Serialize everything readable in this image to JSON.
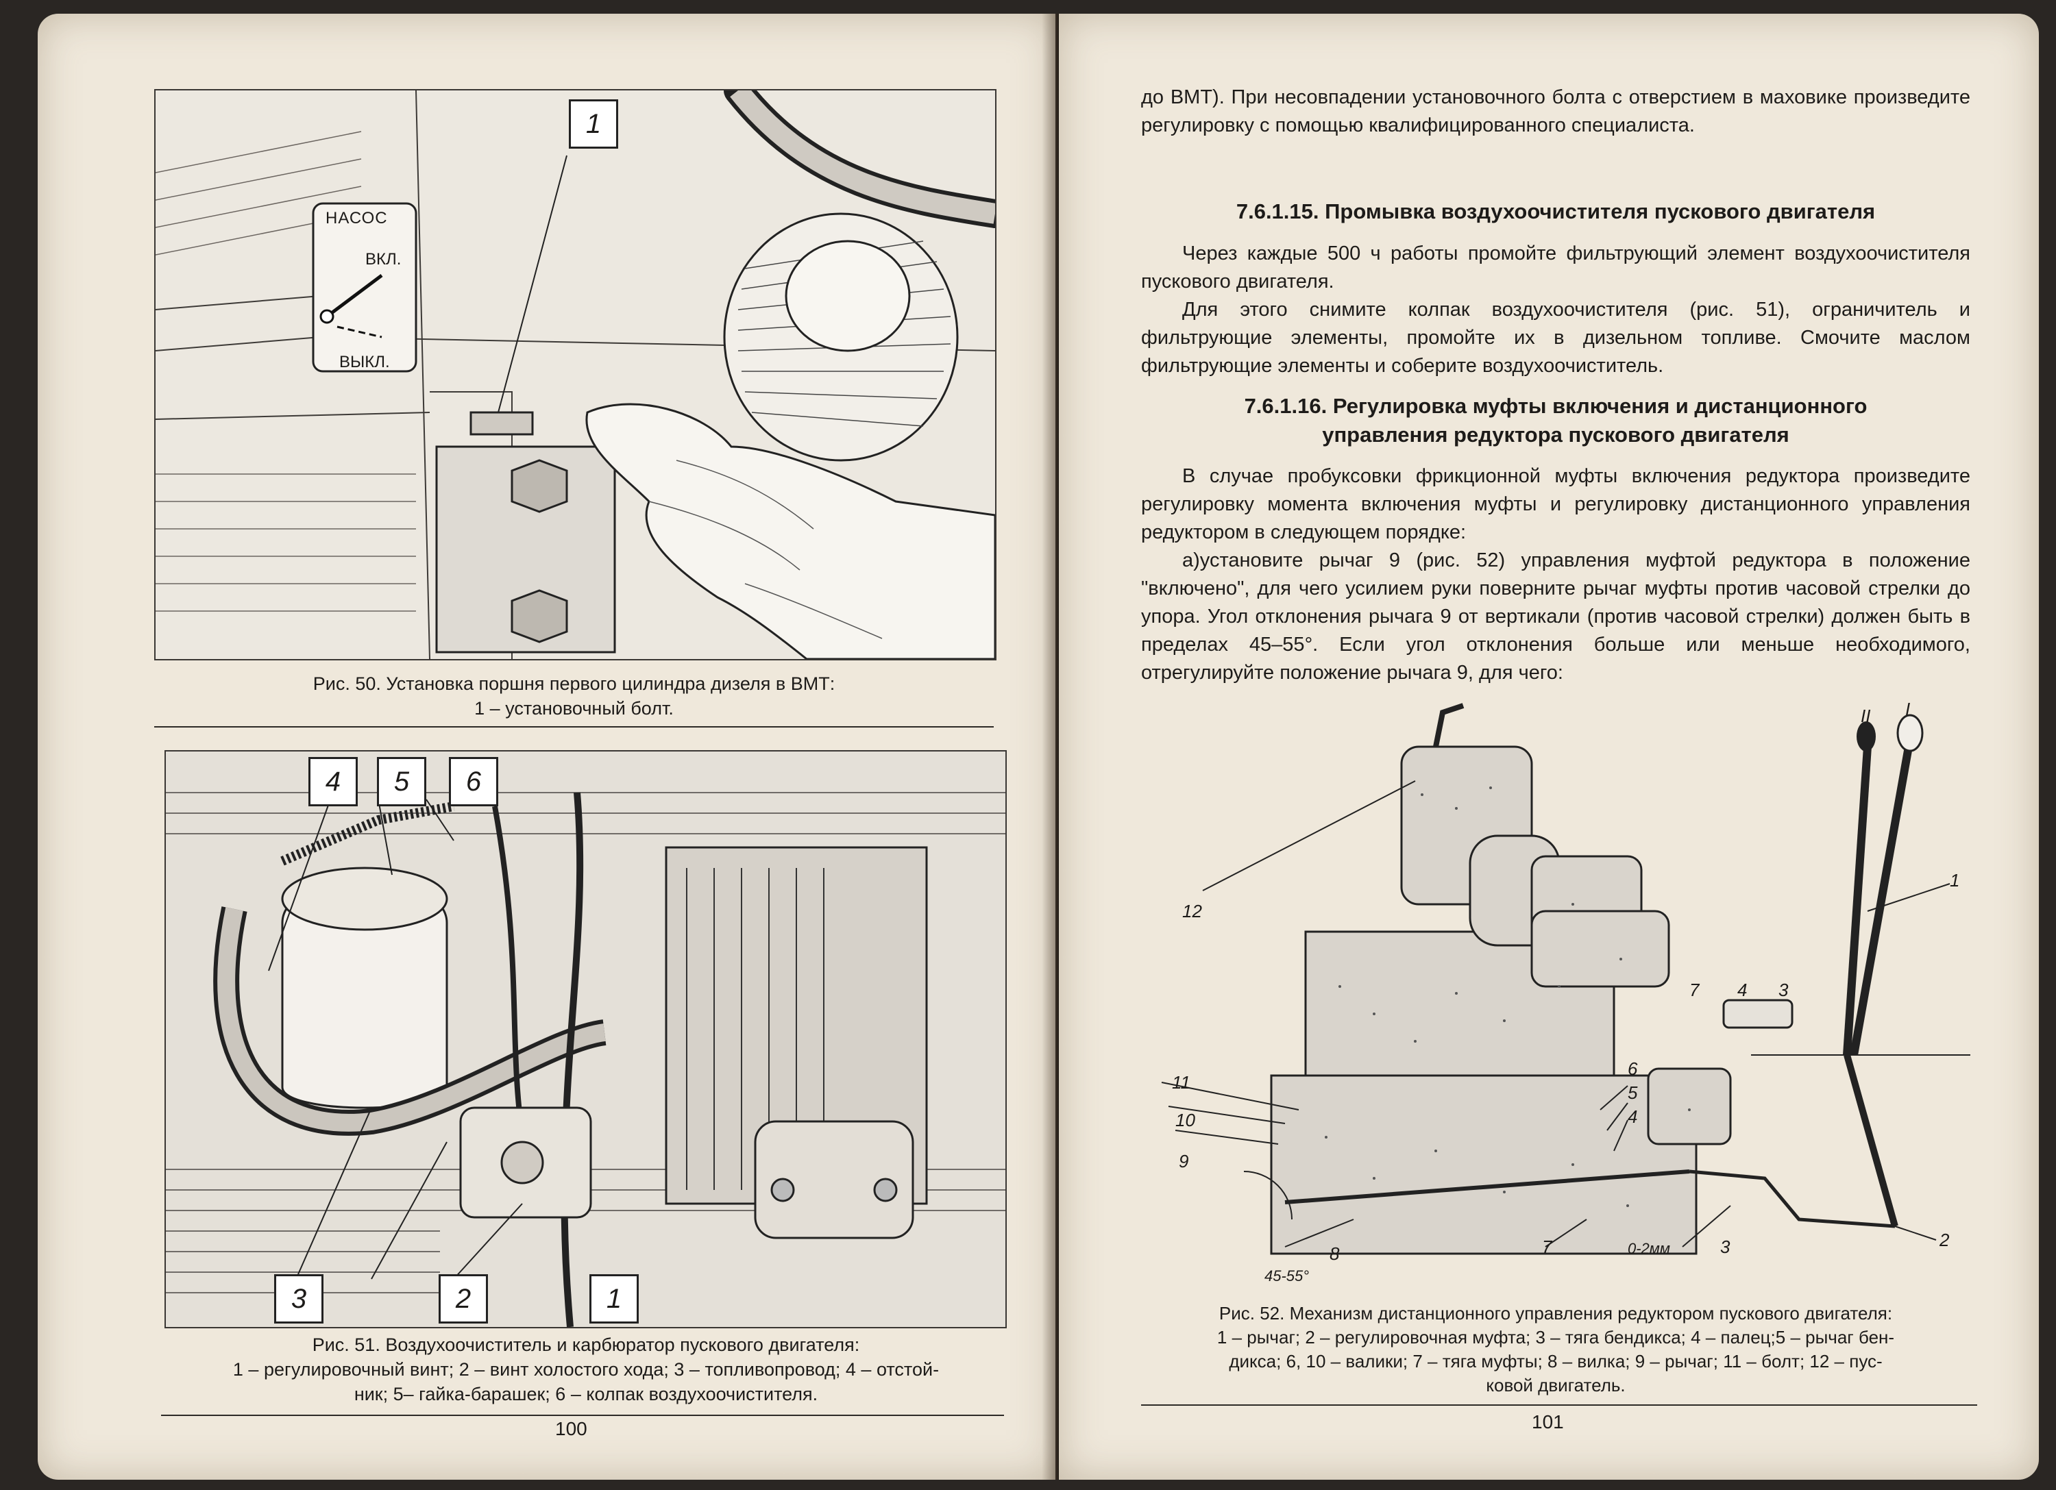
{
  "left_page": {
    "fig50": {
      "callout": "1",
      "panel_lines": [
        "НАСОС",
        "ВКЛ.",
        "ВЫКЛ."
      ],
      "caption_title": "Рис. 50. Установка поршня первого цилиндра дизеля в ВМТ:",
      "caption_text": "1 – установочный болт."
    },
    "fig51": {
      "callouts": [
        "4",
        "5",
        "6",
        "3",
        "2",
        "1"
      ],
      "caption_title": "Рис. 51. Воздухоочиститель и карбюратор пускового двигателя:",
      "caption_line2": "1 – регулировочный винт; 2 – винт холостого хода; 3 – топливопровод; 4 – отстой-",
      "caption_line3": "ник; 5– гайка-барашек; 6 – колпак воздухоочистителя."
    },
    "page_number": "100"
  },
  "right_page": {
    "intro": "до ВМТ). При несовпадении установочного болта с отверстием в маховике произведите регулировку с помощью квалифицированного специалиста.",
    "section1": {
      "heading": "7.6.1.15. Промывка воздухоочистителя пускового двигателя",
      "para1": "Через каждые 500 ч работы промойте фильтрующий элемент воздухоочистителя пускового двигателя.",
      "para2": "Для этого снимите колпак воздухоочистителя (рис. 51), ограничитель и фильтрующие элементы, промойте их в дизельном топливе. Смочите маслом фильтрующие элементы и соберите воздухоочиститель."
    },
    "section2": {
      "heading_line1": "7.6.1.16. Регулировка муфты включения и дистанционного",
      "heading_line2": "управления редуктора пускового двигателя",
      "para1": "В случае пробуксовки фрикционной муфты включения редуктора произведите регулировку момента включения муфты и регулировку дистанционного управления редуктором в следующем порядке:",
      "para2": "а)установите рычаг 9 (рис. 52) управления муфтой редуктора в положение \"включено\", для чего усилием руки поверните рычаг муфты против часовой стрелки до упора. Угол отклонения рычага 9 от вертикали (против часовой стрелки) должен быть в пределах 45–55°. Если угол отклонения больше или меньше необходимого, отрегулируйте положение рычага 9, для чего:"
    },
    "fig52": {
      "labels": [
        "II",
        "I",
        "1",
        "12",
        "7",
        "4",
        "3",
        "6",
        "5",
        "4",
        "11",
        "10",
        "9",
        "8",
        "45-55°",
        "7",
        "0-2мм",
        "3",
        "2"
      ],
      "caption_title": "Рис. 52. Механизм дистанционного управления редуктором пускового двигателя:",
      "caption_line2": "1 – рычаг; 2 – регулировочная муфта; 3 – тяга бендикса; 4 – палец;5 – рычаг бен-",
      "caption_line3": "дикса; 6, 10 – валики; 7 – тяга муфты; 8 – вилка; 9 – рычаг; 11 – болт; 12 – пус-",
      "caption_line4": "ковой двигатель."
    },
    "page_number": "101"
  }
}
